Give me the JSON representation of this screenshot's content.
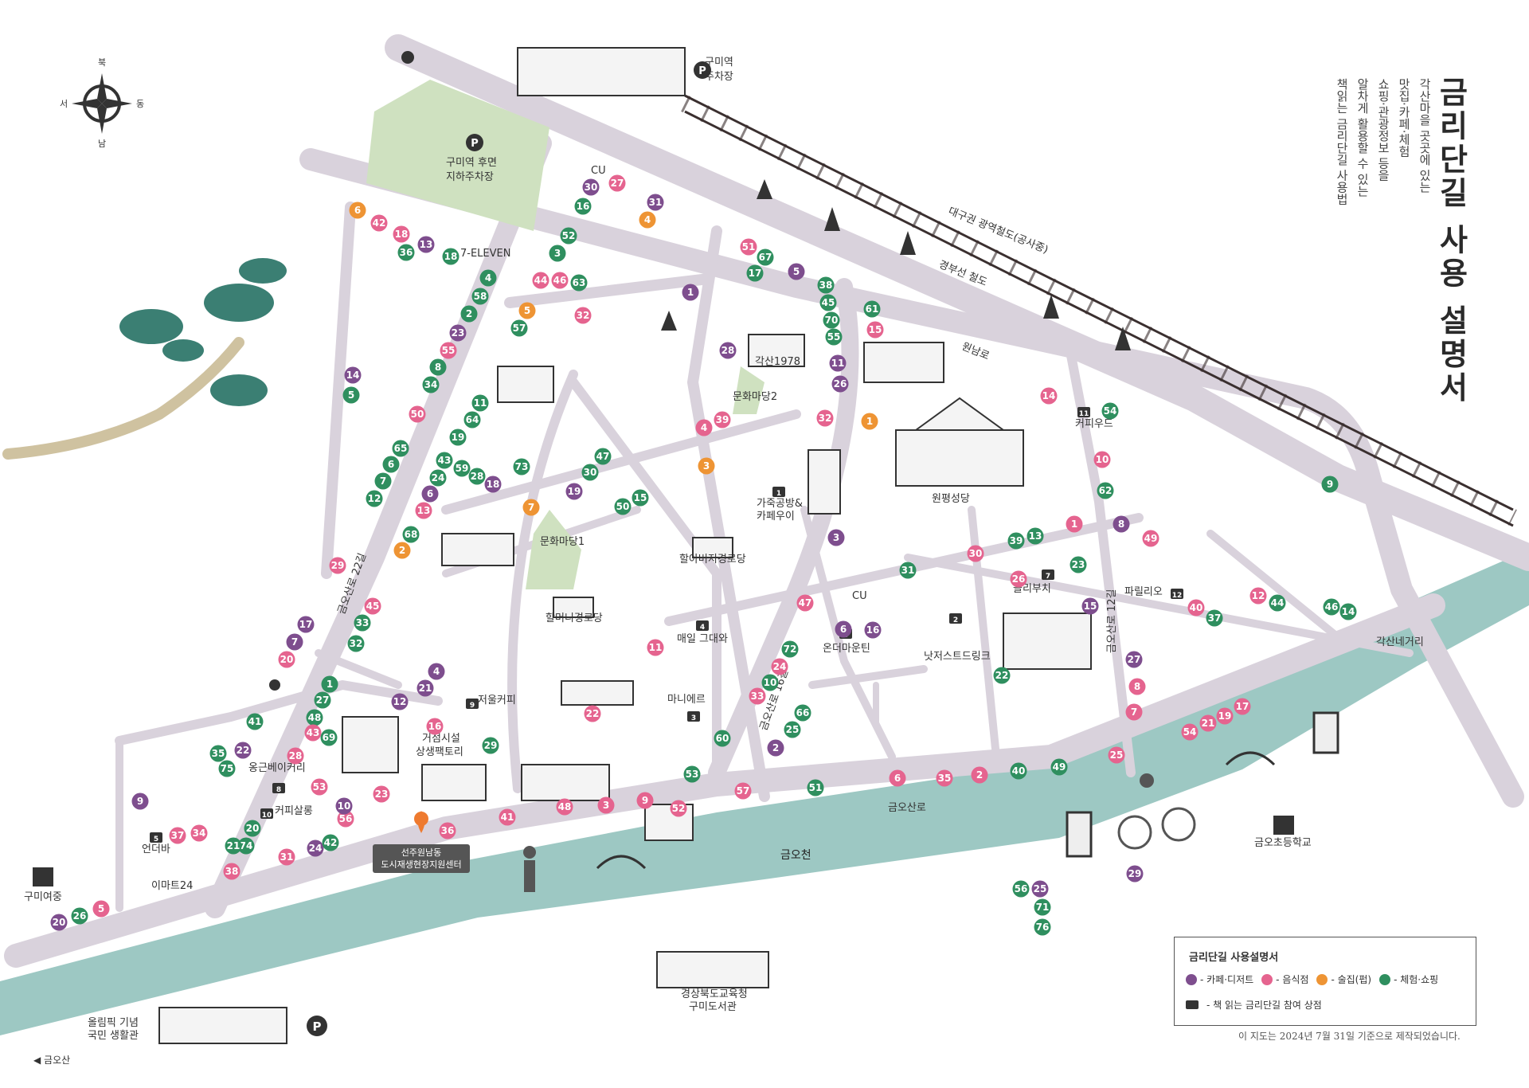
{
  "title": "금리단길 사용 설명서",
  "intro": [
    "각산마을 곳곳에 있는",
    "맛집·카페·체험",
    "쇼핑·관광정보 등을",
    "알차게 활용할 수 있는",
    "책읽는 금리단길 사용법"
  ],
  "compass": {
    "north": "북",
    "south": "남",
    "east": "동",
    "west": "서"
  },
  "colors": {
    "cafe": "#7e4e8e",
    "food": "#e5648f",
    "pub": "#ee9434",
    "shop": "#2f8f5f",
    "river": "#9dc8c3",
    "road": "#d9d2dc",
    "park": "#cfe1c0"
  },
  "legend": {
    "title": "금리단길 사용설명서",
    "cafe": "- 카페·디저트",
    "food": "- 음식점",
    "pub": "- 술집(펍)",
    "shop": "- 체험·쇼핑",
    "book": "- 책 읽는 금리단길 참여 상점"
  },
  "footnote": "이 지도는 2024년 7월 31일 기준으로 제작되었습니다.",
  "nav_label": "◀ 금오산",
  "labels": [
    {
      "t": "구미역",
      "cls": "lbl"
    },
    {
      "t": "주차장",
      "cls": "lbl"
    },
    {
      "t": "구미역 후면",
      "cls": "lbl"
    },
    {
      "t": "지하주차장",
      "cls": "lbl"
    },
    {
      "t": "7-ELEVEN",
      "cls": "lbl"
    },
    {
      "t": "CU",
      "cls": "lbl"
    },
    {
      "t": "CU",
      "cls": "lbl"
    },
    {
      "t": "대구권 광역철도(공사중)",
      "cls": "lbl"
    },
    {
      "t": "경부선 철도",
      "cls": "lbl"
    },
    {
      "t": "원남로",
      "cls": "lbl"
    },
    {
      "t": "각산1978",
      "cls": "lbl"
    },
    {
      "t": "문화마당2",
      "cls": "lbl"
    },
    {
      "t": "커피우드",
      "cls": "lbl"
    },
    {
      "t": "원평성당",
      "cls": "lbl"
    },
    {
      "t": "가죽공방&",
      "cls": "lbl"
    },
    {
      "t": "카페우이",
      "cls": "lbl"
    },
    {
      "t": "문화마당1",
      "cls": "lbl"
    },
    {
      "t": "할아버지경로당",
      "cls": "lbl"
    },
    {
      "t": "할머니경로당",
      "cls": "lbl"
    },
    {
      "t": "매일 그대와",
      "cls": "lbl"
    },
    {
      "t": "온더마운틴",
      "cls": "lbl"
    },
    {
      "t": "올리부치",
      "cls": "lbl"
    },
    {
      "t": "파릴리오",
      "cls": "lbl"
    },
    {
      "t": "각산네거리",
      "cls": "lbl"
    },
    {
      "t": "낫저스트드링크",
      "cls": "lbl"
    },
    {
      "t": "저울커피",
      "cls": "lbl"
    },
    {
      "t": "마니에르",
      "cls": "lbl"
    },
    {
      "t": "거점시설",
      "cls": "lbl"
    },
    {
      "t": "상생팩토리",
      "cls": "lbl"
    },
    {
      "t": "옹근베이커리",
      "cls": "lbl"
    },
    {
      "t": "커피살롱",
      "cls": "lbl"
    },
    {
      "t": "언더바",
      "cls": "lbl"
    },
    {
      "t": "이마트24",
      "cls": "lbl"
    },
    {
      "t": "구미여중",
      "cls": "lbl"
    },
    {
      "t": "금오산로",
      "cls": "lbl"
    },
    {
      "t": "금오천",
      "cls": "lbl-b"
    },
    {
      "t": "금오초등학교",
      "cls": "lbl"
    },
    {
      "t": "경상북도교육청",
      "cls": "lbl"
    },
    {
      "t": "구미도서관",
      "cls": "lbl"
    },
    {
      "t": "올림픽 기념",
      "cls": "lbl"
    },
    {
      "t": "국민 생활관",
      "cls": "lbl"
    },
    {
      "t": "금오산로 22길",
      "cls": "lbl"
    },
    {
      "t": "금오산로 16길",
      "cls": "lbl"
    },
    {
      "t": "금오산로 12길",
      "cls": "lbl"
    }
  ],
  "center_label": [
    "선주원남동",
    "도시재생현장지원센터"
  ],
  "book_numbers": [
    "1",
    "2",
    "3",
    "4",
    "5",
    "6",
    "7",
    "8",
    "9",
    "10",
    "11",
    "12"
  ],
  "pins": [
    {
      "n": "30",
      "c": "cafe"
    },
    {
      "n": "27",
      "c": "food"
    },
    {
      "n": "16",
      "c": "shop"
    },
    {
      "n": "31",
      "c": "cafe"
    },
    {
      "n": "4",
      "c": "pub"
    },
    {
      "n": "6",
      "c": "pub"
    },
    {
      "n": "42",
      "c": "food"
    },
    {
      "n": "18",
      "c": "food"
    },
    {
      "n": "13",
      "c": "cafe"
    },
    {
      "n": "36",
      "c": "shop"
    },
    {
      "n": "18",
      "c": "shop"
    },
    {
      "n": "52",
      "c": "shop"
    },
    {
      "n": "3",
      "c": "shop"
    },
    {
      "n": "4",
      "c": "shop"
    },
    {
      "n": "58",
      "c": "shop"
    },
    {
      "n": "2",
      "c": "shop"
    },
    {
      "n": "23",
      "c": "cafe"
    },
    {
      "n": "55",
      "c": "food"
    },
    {
      "n": "8",
      "c": "shop"
    },
    {
      "n": "34",
      "c": "shop"
    },
    {
      "n": "44",
      "c": "food"
    },
    {
      "n": "46",
      "c": "food"
    },
    {
      "n": "63",
      "c": "shop"
    },
    {
      "n": "5",
      "c": "pub"
    },
    {
      "n": "57",
      "c": "shop"
    },
    {
      "n": "32",
      "c": "food"
    },
    {
      "n": "1",
      "c": "cafe"
    },
    {
      "n": "51",
      "c": "food"
    },
    {
      "n": "67",
      "c": "shop"
    },
    {
      "n": "17",
      "c": "shop"
    },
    {
      "n": "5",
      "c": "cafe"
    },
    {
      "n": "38",
      "c": "shop"
    },
    {
      "n": "45",
      "c": "shop"
    },
    {
      "n": "70",
      "c": "shop"
    },
    {
      "n": "55",
      "c": "shop"
    },
    {
      "n": "11",
      "c": "cafe"
    },
    {
      "n": "26",
      "c": "cafe"
    },
    {
      "n": "28",
      "c": "cafe"
    },
    {
      "n": "61",
      "c": "shop"
    },
    {
      "n": "15",
      "c": "food"
    },
    {
      "n": "14",
      "c": "cafe"
    },
    {
      "n": "5",
      "c": "shop"
    },
    {
      "n": "50",
      "c": "food"
    },
    {
      "n": "11",
      "c": "shop"
    },
    {
      "n": "64",
      "c": "shop"
    },
    {
      "n": "19",
      "c": "shop"
    },
    {
      "n": "65",
      "c": "shop"
    },
    {
      "n": "6",
      "c": "shop"
    },
    {
      "n": "7",
      "c": "shop"
    },
    {
      "n": "12",
      "c": "shop"
    },
    {
      "n": "43",
      "c": "shop"
    },
    {
      "n": "24",
      "c": "shop"
    },
    {
      "n": "59",
      "c": "shop"
    },
    {
      "n": "28",
      "c": "shop"
    },
    {
      "n": "18",
      "c": "cafe"
    },
    {
      "n": "6",
      "c": "cafe"
    },
    {
      "n": "13",
      "c": "food"
    },
    {
      "n": "73",
      "c": "shop"
    },
    {
      "n": "4",
      "c": "food"
    },
    {
      "n": "39",
      "c": "food"
    },
    {
      "n": "32",
      "c": "food"
    },
    {
      "n": "47",
      "c": "shop"
    },
    {
      "n": "30",
      "c": "shop"
    },
    {
      "n": "3",
      "c": "pub"
    },
    {
      "n": "19",
      "c": "cafe"
    },
    {
      "n": "7",
      "c": "pub"
    },
    {
      "n": "50",
      "c": "shop"
    },
    {
      "n": "15",
      "c": "shop"
    },
    {
      "n": "68",
      "c": "shop"
    },
    {
      "n": "2",
      "c": "pub"
    },
    {
      "n": "29",
      "c": "food"
    },
    {
      "n": "14",
      "c": "food"
    },
    {
      "n": "1",
      "c": "pub"
    },
    {
      "n": "54",
      "c": "shop"
    },
    {
      "n": "10",
      "c": "food"
    },
    {
      "n": "62",
      "c": "shop"
    },
    {
      "n": "9",
      "c": "shop"
    },
    {
      "n": "8",
      "c": "cafe"
    },
    {
      "n": "49",
      "c": "food"
    },
    {
      "n": "1",
      "c": "food"
    },
    {
      "n": "39",
      "c": "shop"
    },
    {
      "n": "13",
      "c": "shop"
    },
    {
      "n": "30",
      "c": "food"
    },
    {
      "n": "26",
      "c": "food"
    },
    {
      "n": "23",
      "c": "shop"
    },
    {
      "n": "3",
      "c": "cafe"
    },
    {
      "n": "31",
      "c": "shop"
    },
    {
      "n": "47",
      "c": "food"
    },
    {
      "n": "6",
      "c": "cafe"
    },
    {
      "n": "16",
      "c": "cafe"
    },
    {
      "n": "15",
      "c": "cafe"
    },
    {
      "n": "40",
      "c": "food"
    },
    {
      "n": "37",
      "c": "shop"
    },
    {
      "n": "12",
      "c": "food"
    },
    {
      "n": "44",
      "c": "shop"
    },
    {
      "n": "46",
      "c": "shop"
    },
    {
      "n": "14",
      "c": "shop"
    },
    {
      "n": "45",
      "c": "food"
    },
    {
      "n": "33",
      "c": "shop"
    },
    {
      "n": "32",
      "c": "shop"
    },
    {
      "n": "17",
      "c": "cafe"
    },
    {
      "n": "7",
      "c": "cafe"
    },
    {
      "n": "20",
      "c": "food"
    },
    {
      "n": "1",
      "c": "shop"
    },
    {
      "n": "27",
      "c": "shop"
    },
    {
      "n": "48",
      "c": "shop"
    },
    {
      "n": "43",
      "c": "food"
    },
    {
      "n": "41",
      "c": "shop"
    },
    {
      "n": "12",
      "c": "cafe"
    },
    {
      "n": "4",
      "c": "cafe"
    },
    {
      "n": "21",
      "c": "cafe"
    },
    {
      "n": "11",
      "c": "food"
    },
    {
      "n": "72",
      "c": "shop"
    },
    {
      "n": "24",
      "c": "food"
    },
    {
      "n": "10",
      "c": "shop"
    },
    {
      "n": "33",
      "c": "food"
    },
    {
      "n": "66",
      "c": "shop"
    },
    {
      "n": "25",
      "c": "shop"
    },
    {
      "n": "2",
      "c": "cafe"
    },
    {
      "n": "22",
      "c": "food"
    },
    {
      "n": "60",
      "c": "shop"
    },
    {
      "n": "22",
      "c": "shop"
    },
    {
      "n": "27",
      "c": "cafe"
    },
    {
      "n": "8",
      "c": "food"
    },
    {
      "n": "7",
      "c": "food"
    },
    {
      "n": "54",
      "c": "food"
    },
    {
      "n": "21",
      "c": "food"
    },
    {
      "n": "19",
      "c": "food"
    },
    {
      "n": "17",
      "c": "food"
    },
    {
      "n": "25",
      "c": "food"
    },
    {
      "n": "49",
      "c": "shop"
    },
    {
      "n": "40",
      "c": "shop"
    },
    {
      "n": "2",
      "c": "food"
    },
    {
      "n": "35",
      "c": "food"
    },
    {
      "n": "6",
      "c": "food"
    },
    {
      "n": "51",
      "c": "shop"
    },
    {
      "n": "57",
      "c": "food"
    },
    {
      "n": "52",
      "c": "food"
    },
    {
      "n": "9",
      "c": "food"
    },
    {
      "n": "53",
      "c": "shop"
    },
    {
      "n": "3",
      "c": "food"
    },
    {
      "n": "48",
      "c": "food"
    },
    {
      "n": "41",
      "c": "food"
    },
    {
      "n": "36",
      "c": "food"
    },
    {
      "n": "16",
      "c": "food"
    },
    {
      "n": "29",
      "c": "shop"
    },
    {
      "n": "23",
      "c": "food"
    },
    {
      "n": "56",
      "c": "food"
    },
    {
      "n": "10",
      "c": "cafe"
    },
    {
      "n": "28",
      "c": "food"
    },
    {
      "n": "53",
      "c": "food"
    },
    {
      "n": "69",
      "c": "shop"
    },
    {
      "n": "35",
      "c": "shop"
    },
    {
      "n": "22",
      "c": "cafe"
    },
    {
      "n": "75",
      "c": "shop"
    },
    {
      "n": "9",
      "c": "cafe"
    },
    {
      "n": "37",
      "c": "food"
    },
    {
      "n": "34",
      "c": "food"
    },
    {
      "n": "20",
      "c": "shop"
    },
    {
      "n": "74",
      "c": "shop"
    },
    {
      "n": "21",
      "c": "shop"
    },
    {
      "n": "31",
      "c": "food"
    },
    {
      "n": "24",
      "c": "cafe"
    },
    {
      "n": "42",
      "c": "shop"
    },
    {
      "n": "38",
      "c": "food"
    },
    {
      "n": "20",
      "c": "cafe"
    },
    {
      "n": "26",
      "c": "shop"
    },
    {
      "n": "5",
      "c": "food"
    },
    {
      "n": "29",
      "c": "cafe"
    },
    {
      "n": "56",
      "c": "shop"
    },
    {
      "n": "25",
      "c": "cafe"
    },
    {
      "n": "71",
      "c": "shop"
    },
    {
      "n": "76",
      "c": "shop"
    }
  ]
}
